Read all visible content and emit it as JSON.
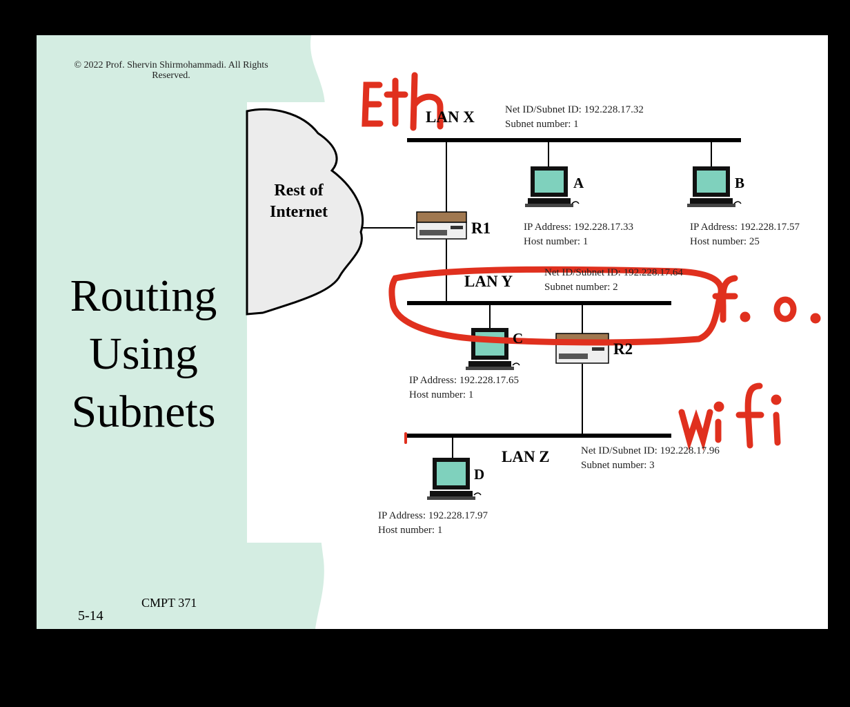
{
  "slide": {
    "copyright": "© 2022 Prof. Shervin Shirmohammadi. All Rights Reserved.",
    "title_lines": [
      "Routing",
      "Using",
      "Subnets"
    ],
    "course": "CMPT 371",
    "slide_number": "5-14"
  },
  "diagram": {
    "cloud_label_1": "Rest of",
    "cloud_label_2": "Internet",
    "lan_x": {
      "name": "LAN X",
      "net_id": "Net ID/Subnet ID: 192.228.17.32",
      "subnet": "Subnet number: 1"
    },
    "lan_y": {
      "name": "LAN Y",
      "net_id": "Net ID/Subnet ID: 192.228.17.64",
      "subnet": "Subnet number: 2"
    },
    "lan_z": {
      "name": "LAN Z",
      "net_id": "Net ID/Subnet ID: 192.228.17.96",
      "subnet": "Subnet number: 3"
    },
    "routers": {
      "r1": "R1",
      "r2": "R2"
    },
    "hosts": {
      "a": {
        "label": "A",
        "ip": "IP Address: 192.228.17.33",
        "host": "Host number: 1"
      },
      "b": {
        "label": "B",
        "ip": "IP Address: 192.228.17.57",
        "host": "Host number: 25"
      },
      "c": {
        "label": "C",
        "ip": "IP Address: 192.228.17.65",
        "host": "Host number: 1"
      },
      "d": {
        "label": "D",
        "ip": "IP Address: 192.228.17.97",
        "host": "Host number: 1"
      }
    }
  },
  "annotations": {
    "eth": "Eth",
    "fo": "f. o.",
    "wifi": "wi fi",
    "ink_color": "#e0301e"
  },
  "colors": {
    "panel": "#d4ede2",
    "screen": "#7fd1bd",
    "cloud": "#ececec"
  }
}
